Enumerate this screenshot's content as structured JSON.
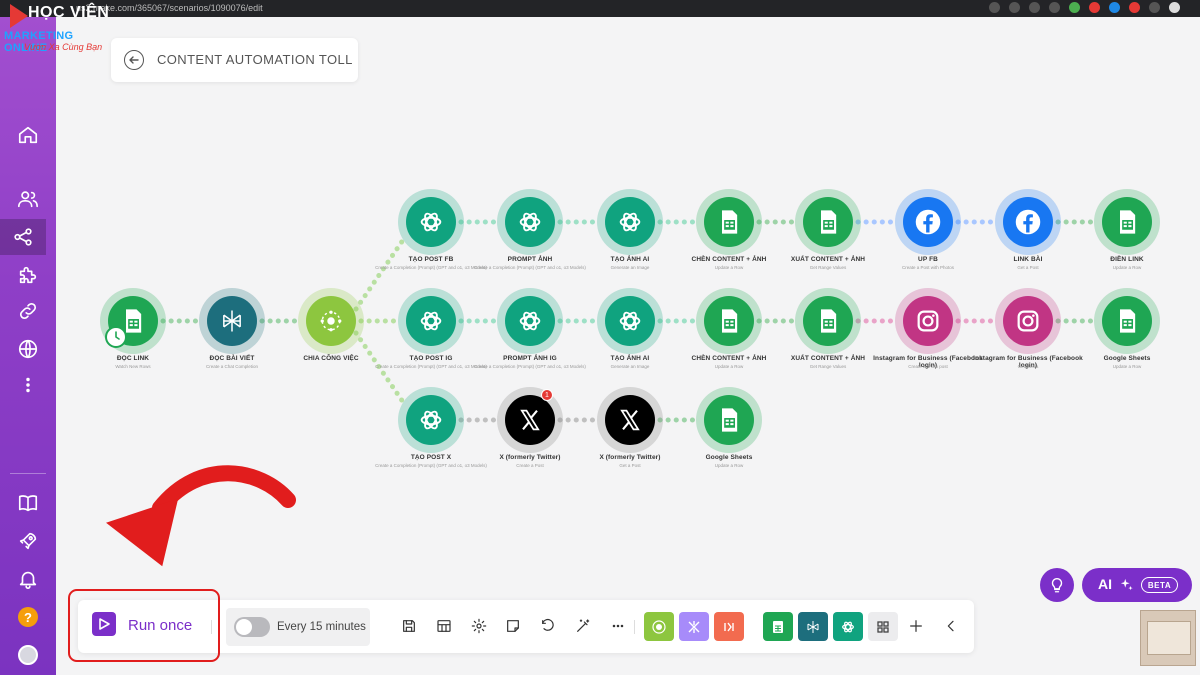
{
  "browser": {
    "url": "us2.make.com/365067/scenarios/1090076/edit"
  },
  "logo": {
    "line1": "HỌC VIỆN",
    "line2": "MARKETING ONLINE",
    "line3": "Vươn Xa Cùng Bạn"
  },
  "scenario": {
    "title": "CONTENT AUTOMATION TOLL"
  },
  "toolbar": {
    "run_label": "Run once",
    "schedule_label": "Every 15 minutes"
  },
  "ai": {
    "label": "AI",
    "beta": "BETA"
  },
  "colors": {
    "accent": "#7b2fc9",
    "green": "#1fa653",
    "openai": "#10a37f",
    "facebook": "#1877f2",
    "instagram": "#c13584",
    "x": "#000000",
    "router": "#8dc63f",
    "red": "#e11d1d"
  },
  "nodes": {
    "trigger_sheet": {
      "label": "ĐỌC LINK",
      "sub": "Watch New Rows",
      "icon": "google-sheets-icon"
    },
    "read_article": {
      "label": "ĐỌC BÀI VIẾT",
      "sub": "Create a Chat Completion",
      "icon": "perplexity-icon"
    },
    "router": {
      "label": "CHIA CÔNG VIỆC",
      "icon": "router-icon"
    },
    "row1": [
      {
        "label": "TẠO POST FB",
        "sub": "Create a Completion (Prompt) (GPT and o1, o3 Models)",
        "icon": "openai-icon"
      },
      {
        "label": "PROMPT ẢNH",
        "sub": "Create a Completion (Prompt) (GPT and o1, o3 Models)",
        "icon": "openai-icon"
      },
      {
        "label": "TẠO ẢNH AI",
        "sub": "Generate an Image",
        "icon": "openai-icon"
      },
      {
        "label": "CHÈN CONTENT + ẢNH",
        "sub": "Update a Row",
        "icon": "google-sheets-icon"
      },
      {
        "label": "XUẤT CONTENT + ẢNH",
        "sub": "Get Range Values",
        "icon": "google-sheets-icon"
      },
      {
        "label": "UP FB",
        "sub": "Create a Post with Photos",
        "icon": "facebook-icon"
      },
      {
        "label": "LINK BÀI",
        "sub": "Get a Post",
        "icon": "facebook-icon"
      },
      {
        "label": "ĐIỀN LINK",
        "sub": "Update a Row",
        "icon": "google-sheets-icon"
      }
    ],
    "row2": [
      {
        "label": "TẠO POST IG",
        "sub": "Create a Completion (Prompt) (GPT and o1, o3 Models)",
        "icon": "openai-icon"
      },
      {
        "label": "PROMPT ẢNH IG",
        "sub": "Create a Completion (Prompt) (GPT and o1, o3 Models)",
        "icon": "openai-icon"
      },
      {
        "label": "TẠO ẢNH AI",
        "sub": "Generate an Image",
        "icon": "openai-icon"
      },
      {
        "label": "CHÈN CONTENT + ẢNH",
        "sub": "Update a Row",
        "icon": "google-sheets-icon"
      },
      {
        "label": "XUẤT CONTENT + ẢNH",
        "sub": "Get Range Values",
        "icon": "google-sheets-icon"
      },
      {
        "label": "Instagram for Business (Facebook login)",
        "sub": "Create a photo post",
        "icon": "instagram-icon"
      },
      {
        "label": "Instagram for Business (Facebook login)",
        "sub": "Get Media",
        "icon": "instagram-icon"
      },
      {
        "label": "Google Sheets",
        "sub": "Update a Row",
        "icon": "google-sheets-icon"
      }
    ],
    "row3": [
      {
        "label": "TẠO POST X",
        "sub": "Create a Completion (Prompt) (GPT and o1, o3 Models)",
        "icon": "openai-icon"
      },
      {
        "label": "X (formerly Twitter)",
        "sub": "Create a Post",
        "icon": "x-icon",
        "badge": "1"
      },
      {
        "label": "X (formerly Twitter)",
        "sub": "Get a Post",
        "icon": "x-icon"
      },
      {
        "label": "Google Sheets",
        "sub": "Update a Row",
        "icon": "google-sheets-icon"
      }
    ]
  }
}
